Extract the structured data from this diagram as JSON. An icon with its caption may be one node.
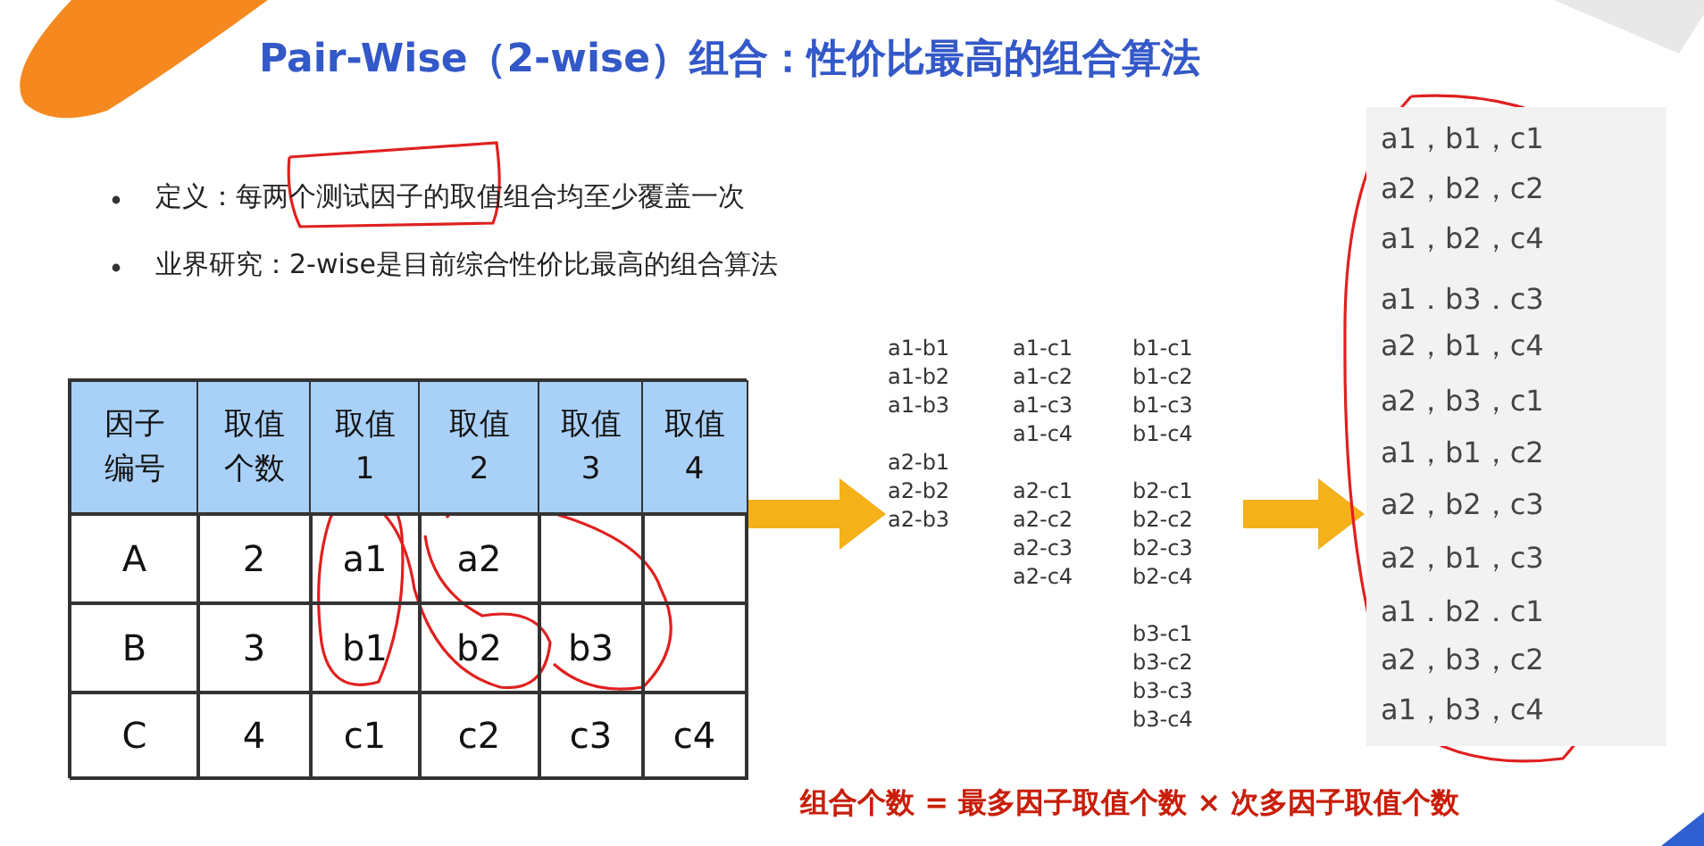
{
  "diagram": {
    "title": "Pair-Wise（2-wise）组合：性价比最高的组合算法",
    "nodes": [
      {
        "text": [],
        "shape": "box"
      },
      {
        "text": [
          "a1-b1",
          "a1-b2",
          "a1-b3",
          "a2-b1",
          "a2-b2",
          "a2-b3",
          "a1-c1",
          "a1-c2",
          "a1-c3",
          "a1-c4",
          "a2-c1",
          "a2-c2",
          "a2-c3",
          "a2-c4",
          "b1-c1",
          "b1-c2",
          "b1-c3",
          "b1-c4",
          "b2-c1",
          "b2-c2",
          "b2-c3",
          "b2-c4",
          "b3-c1",
          "b3-c2",
          "b3-c3",
          "b3-c4"
        ]
      },
      {
        "text": [
          "a1，b1，c1",
          "a2，b2，c2",
          "a1，b2，c4",
          "a1．b3．c3",
          "a2，b1，c4",
          "a2，b3，c1",
          "a1，b1，c2",
          "a2，b2，c3",
          "a2，b1，c3",
          "a1．b2．c1",
          "a2，b3，c2",
          "a1，b3，c4"
        ]
      }
    ],
    "edges": [
      {
        "from": 0,
        "to": 1,
        "arrow": "to"
      },
      {
        "from": 1,
        "to": 2,
        "arrow": "to"
      }
    ],
    "labels": [
      "定义：每两个测试因子的取值组合均至少覆盖一次",
      "业界研究：2-wise是目前综合性价比最高的组合算法",
      "因子编号",
      "取值个数",
      "取值1",
      "取值2",
      "取值3",
      "取值4",
      "A",
      "2",
      "a1",
      "a2",
      "B",
      "3",
      "b1",
      "b2",
      "b3",
      "C",
      "4",
      "c1",
      "c2",
      "c3",
      "c4",
      "组合个数 = 最多因子取值个数 × 次多因子取值个数"
    ]
  }
}
